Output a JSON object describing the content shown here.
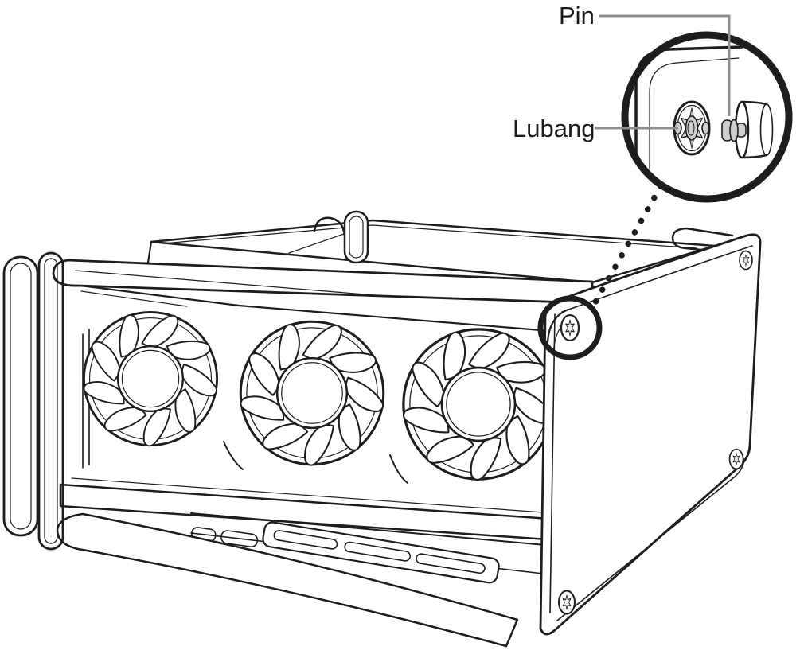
{
  "figure": {
    "labels": {
      "pin": "Pin",
      "hole": "Lubang"
    },
    "illustration": {
      "fan_count": 3,
      "panel_screw_count": 4
    }
  },
  "colors": {
    "line": "#1d1d1f",
    "leader_line": "#8f8f8f",
    "highlight_blue": "#127df5",
    "part_gray": "#cfcfcf"
  }
}
